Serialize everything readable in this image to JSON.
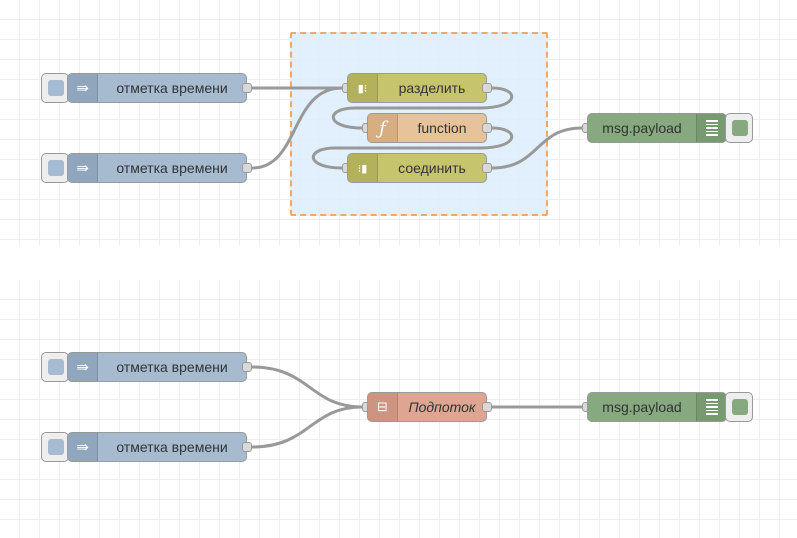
{
  "flow_top": {
    "inject_nodes": [
      {
        "label": "отметка времени",
        "icon": "arrow-right-icon"
      },
      {
        "label": "отметка времени",
        "icon": "arrow-right-icon"
      }
    ],
    "group": {
      "nodes": [
        {
          "type": "split",
          "label": "разделить",
          "icon": "split-icon"
        },
        {
          "type": "function",
          "label": "function",
          "icon": "function-icon"
        },
        {
          "type": "join",
          "label": "соединить",
          "icon": "join-icon"
        }
      ],
      "border_color": "#f0a86a",
      "fill_color": "#ddecfc"
    },
    "debug_node": {
      "label": "msg.payload",
      "icon": "list-icon"
    }
  },
  "flow_bottom": {
    "inject_nodes": [
      {
        "label": "отметка времени",
        "icon": "arrow-right-icon"
      },
      {
        "label": "отметка времени",
        "icon": "arrow-right-icon"
      }
    ],
    "subflow_node": {
      "label": "Подпоток",
      "icon": "subflow-icon"
    },
    "debug_node": {
      "label": "msg.payload",
      "icon": "list-icon"
    }
  },
  "colors": {
    "inject": "#a6bbcf",
    "split_join": "#c7c46e",
    "function": "#e6c39b",
    "debug": "#87a980",
    "subflow": "#dda592",
    "wire": "#999999"
  }
}
